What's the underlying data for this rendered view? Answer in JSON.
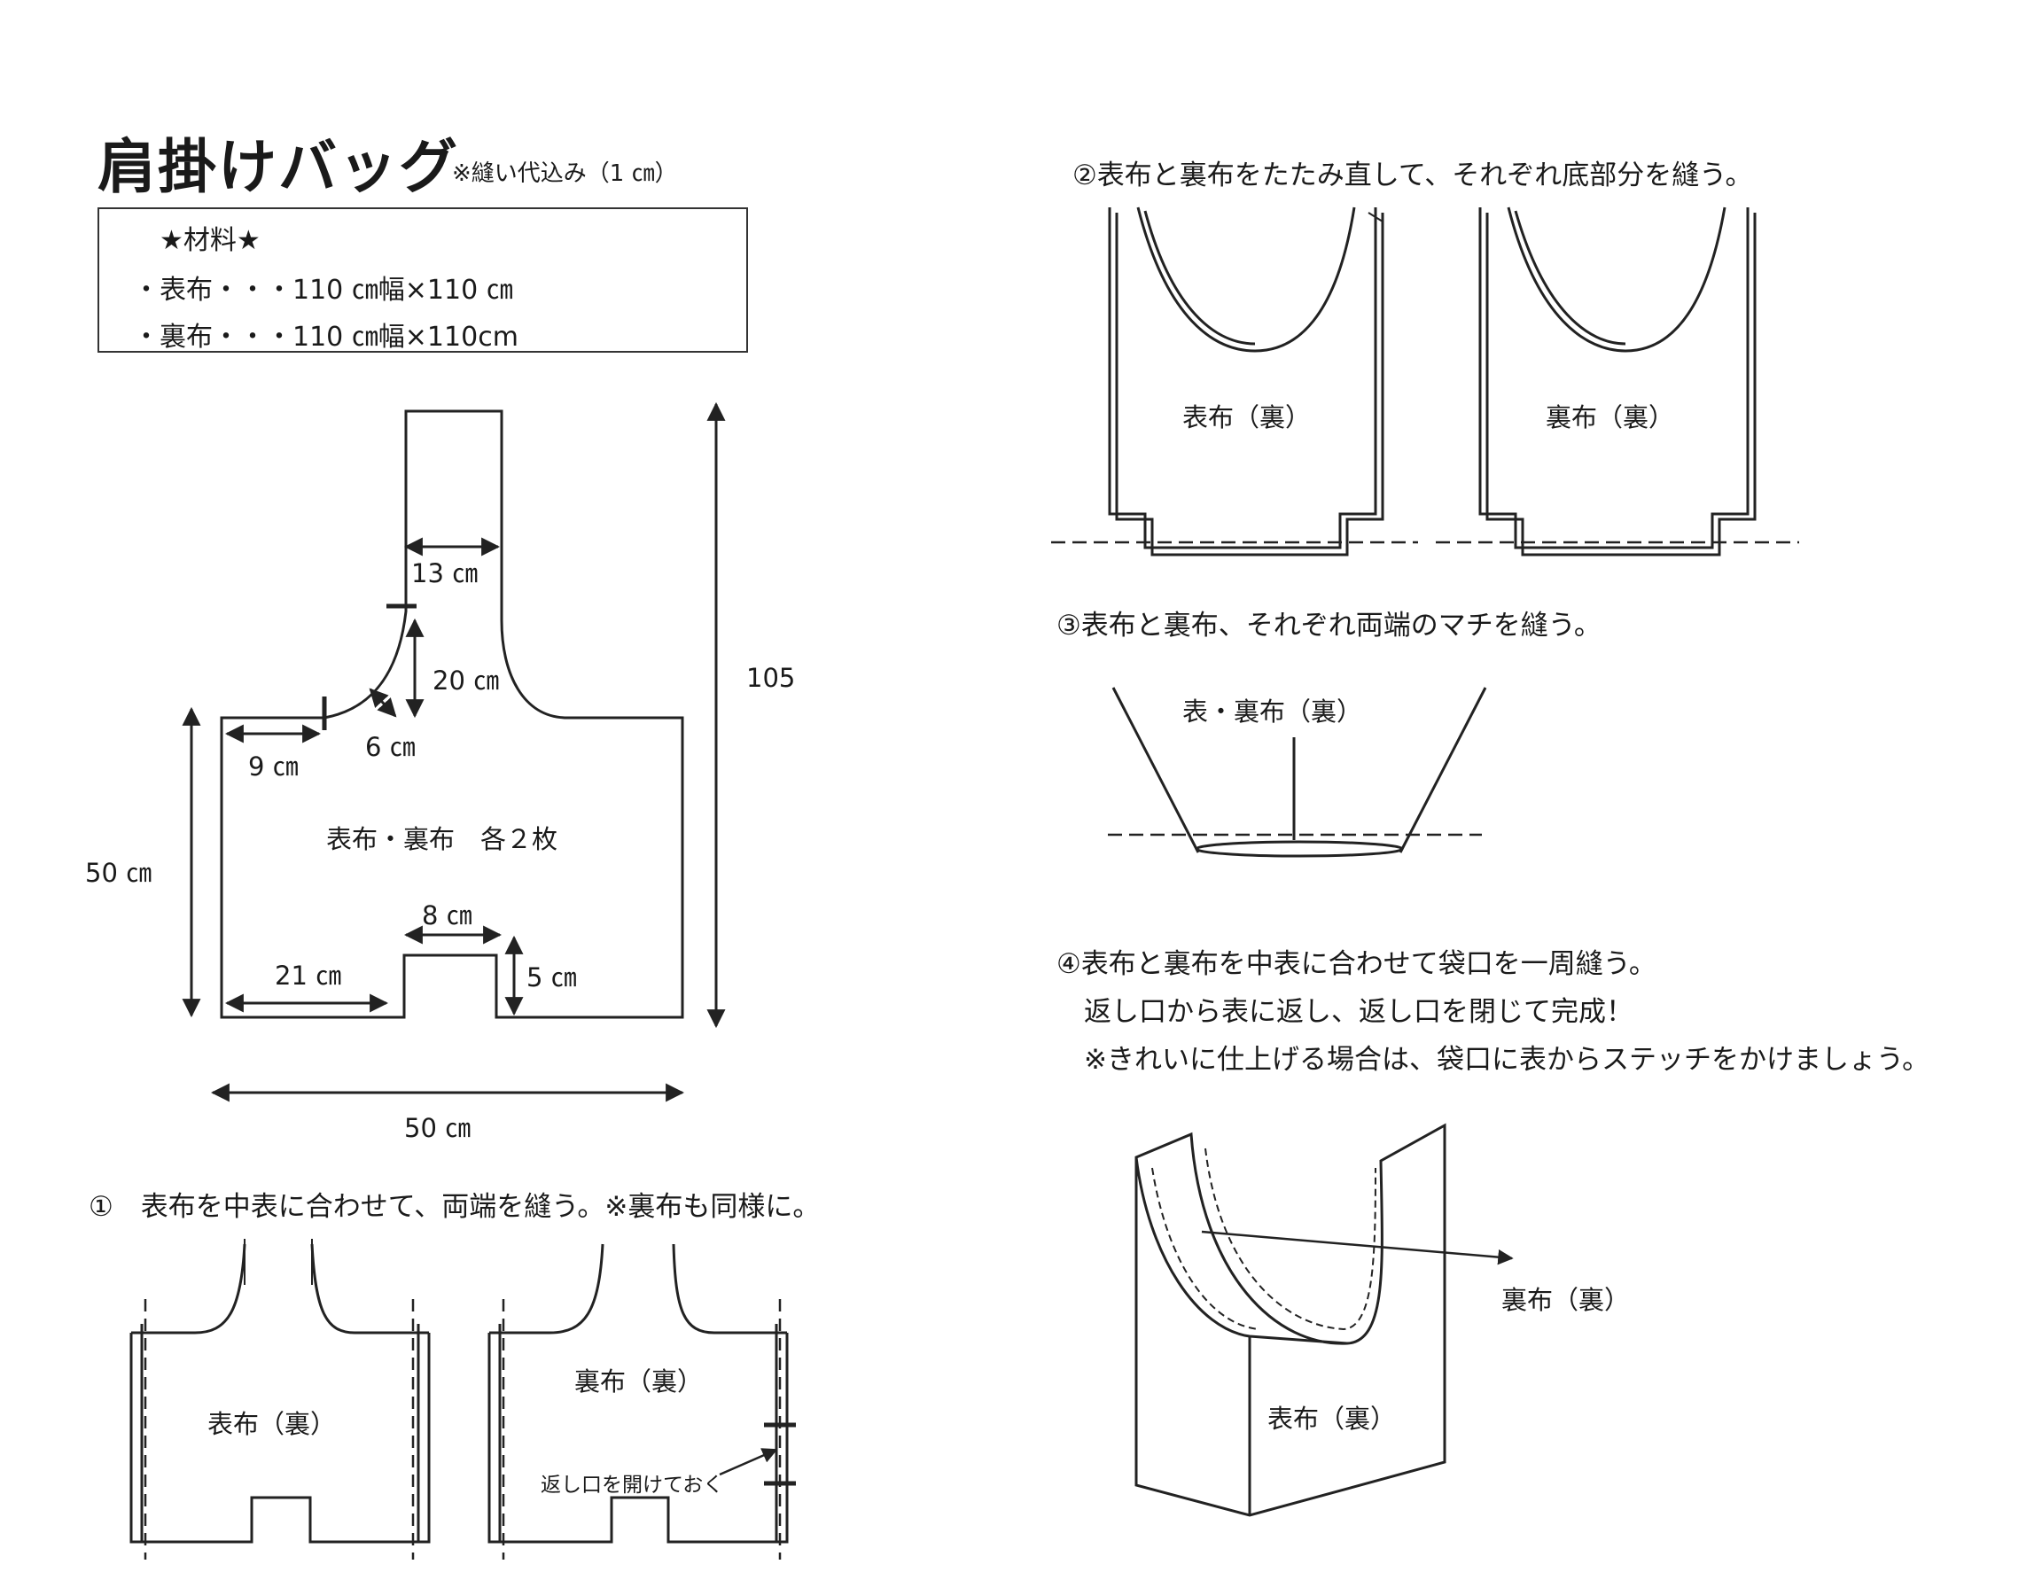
{
  "title": "肩掛けバッグ",
  "seam_note": "※縫い代込み（1 ㎝）",
  "materials": {
    "heading": "★材料★",
    "items": [
      "・表布・・・110 ㎝幅×110 ㎝",
      "・裏布・・・110 ㎝幅×110cm"
    ]
  },
  "pattern": {
    "dim_13": "13 ㎝",
    "dim_20": "20 ㎝",
    "dim_6": "6 ㎝",
    "dim_9": "9 ㎝",
    "dim_105": "105",
    "dim_50_side": "50 ㎝",
    "center_label": "表布・裏布　各２枚",
    "dim_8": "8 ㎝",
    "dim_21": "21 ㎝",
    "dim_5": "5 ㎝",
    "dim_50_bottom": "50 ㎝"
  },
  "step1": {
    "text": "①　表布を中表に合わせて、両端を縫う。※裏布も同様に。",
    "left_label": "表布（裏）",
    "right_label": "裏布（裏）",
    "opening_label": "返し口を開けておく"
  },
  "step2": {
    "text": "②表布と裏布をたたみ直して、それぞれ底部分を縫う。",
    "left_label": "表布（裏）",
    "right_label": "裏布（裏）"
  },
  "step3": {
    "text": "③表布と裏布、それぞれ両端のマチを縫う。",
    "label": "表・裏布（裏）"
  },
  "step4": {
    "lines": [
      "④表布と裏布を中表に合わせて袋口を一周縫う。",
      "　返し口から表に返し、返し口を閉じて完成！",
      "　※きれいに仕上げる場合は、袋口に表からステッチをかけましょう。"
    ],
    "lining_label": "裏布（裏）",
    "outer_label": "表布（裏）"
  }
}
